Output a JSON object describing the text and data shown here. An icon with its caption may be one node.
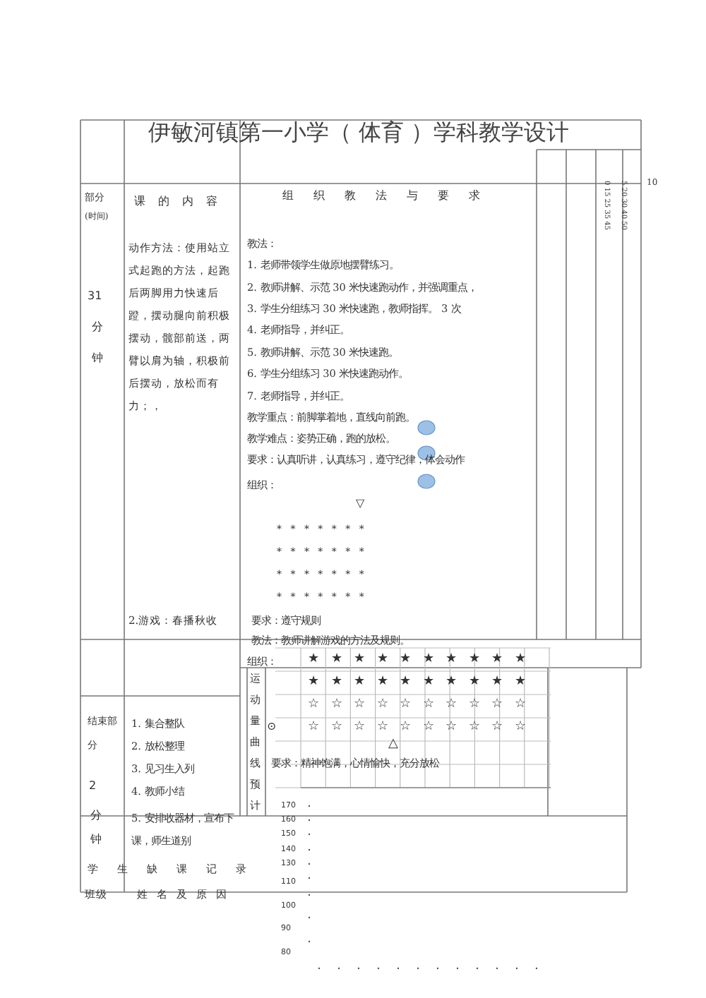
{
  "diagram": {
    "title": "伊敏河镇第一小学（ 体育 ）学科教学设计",
    "labels": [
      "部分",
      "(时间)",
      "课的内容",
      "组织教法与要求",
      "0 15 25 35 45",
      "5 20 30 40 50",
      "10",
      "动作方法：使用站立式起跑的方法，起跑后两脚用力快速后蹬，摆动腿向前积极摆动，髋部前送，两臂以肩为轴，积极前后摆动，放松而有力；，",
      "31",
      "分",
      "钟",
      "教法：",
      "1. 老师带领学生做原地摆臂练习。",
      "2. 教师讲解、示范 30 米快速跑动作，并强调重点，",
      "3. 学生分组练习 30 米快速跑，教师指挥。 3 次",
      "4. 老师指导，并纠正。",
      "5. 教师讲解、示范 30 米快速跑。",
      "6. 学生分组练习 30 米快速跑动作。",
      "7. 老师指导，并纠正。",
      "教学重点：前脚掌着地，直线向前跑。",
      "教学难点：姿势正确，跑的放松。",
      "要求：认真听讲，认真练习，遵守纪律，体会动作",
      "组织：",
      "▽",
      "* * * * * * *",
      "* * * * * * *",
      "* * * * * * *",
      "* * * * * * *",
      "2.游戏：春播秋收",
      "要求：遵守规则",
      "教法：教师讲解游戏的方法及规则。",
      "组织：",
      "★ ★ ★ ★ ★ ★ ★ ★ ★ ★",
      "★ ★ ★ ★ ★ ★ ★ ★ ★ ★",
      "☆ ☆ ☆ ☆ ☆ ☆ ☆ ☆ ☆ ☆",
      "☆ ☆ ☆ ☆ ☆ ☆ ☆ ☆ ☆ ☆",
      "△",
      "运动量曲线预计",
      "⊙",
      "要求：精神饱满，心情愉快，充分放松",
      "结束部分",
      "1. 集合整队",
      "2. 放松整理",
      "3. 见习生入列",
      "4. 教师小结",
      "5. 安排收器材，宣布下课，师生道别",
      "2",
      "分",
      "钟",
      "学生缺课记录",
      "班级",
      "姓名及原因",
      "170",
      "160",
      "150",
      "140",
      "130",
      "110",
      "100",
      "90",
      "80"
    ]
  }
}
